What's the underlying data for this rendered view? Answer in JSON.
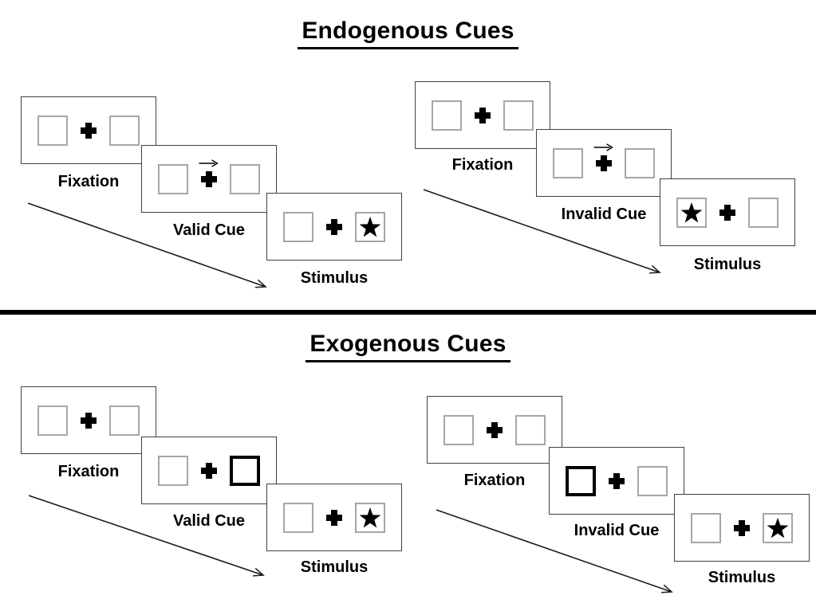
{
  "page": {
    "background": "#ffffff"
  },
  "colors": {
    "ink": "#000000",
    "card_border": "#404040",
    "box_border": "#a6a6a6",
    "bold_cue_border": "#000000"
  },
  "icons": {
    "plus": "fixation-cross-icon",
    "star": "star-icon",
    "right_arrow": "cue-arrow-icon",
    "diagonal_arrow": "timeline-arrow-icon"
  },
  "sections": [
    {
      "title": "Endogenous Cues",
      "groups": [
        {
          "name": "valid",
          "cue_style": "central right-pointing arrow above fixation cross",
          "cards": [
            {
              "label": "Fixation"
            },
            {
              "label": "Valid Cue",
              "cue": "arrow-above-cross"
            },
            {
              "label": "Stimulus",
              "star_position": "right"
            }
          ]
        },
        {
          "name": "invalid",
          "cue_style": "central right-pointing arrow above fixation cross",
          "cards": [
            {
              "label": "Fixation"
            },
            {
              "label": "Invalid Cue",
              "cue": "arrow-above-cross"
            },
            {
              "label": "Stimulus",
              "star_position": "left"
            }
          ]
        }
      ]
    },
    {
      "title": "Exogenous Cues",
      "groups": [
        {
          "name": "valid",
          "cue_style": "bold peripheral box",
          "cards": [
            {
              "label": "Fixation"
            },
            {
              "label": "Valid Cue",
              "cue": "bold-right-box"
            },
            {
              "label": "Stimulus",
              "star_position": "right"
            }
          ]
        },
        {
          "name": "invalid",
          "cue_style": "bold peripheral box",
          "cards": [
            {
              "label": "Fixation"
            },
            {
              "label": "Invalid Cue",
              "cue": "bold-left-box"
            },
            {
              "label": "Stimulus",
              "star_position": "right"
            }
          ]
        }
      ]
    }
  ]
}
